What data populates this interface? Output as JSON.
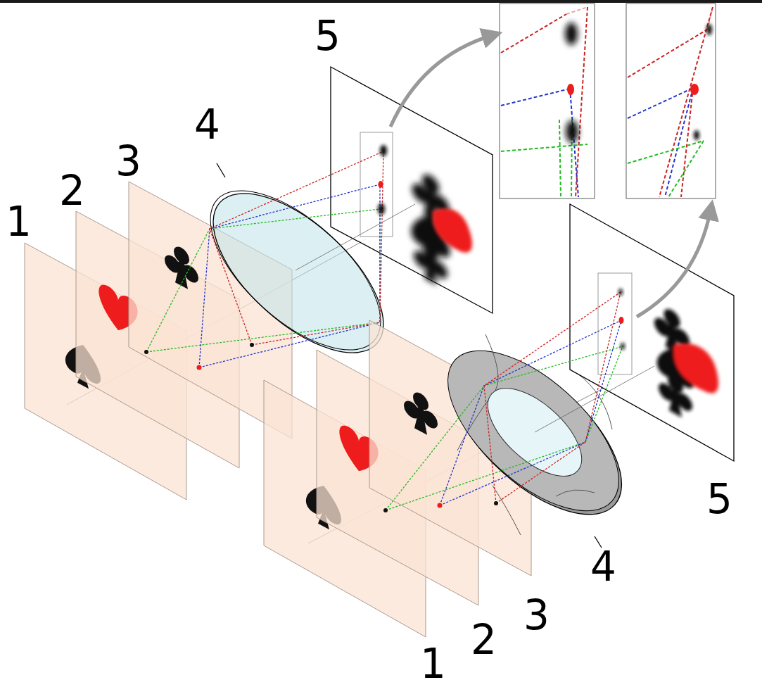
{
  "diagram": {
    "labels": [
      "5",
      "4",
      "3",
      "2",
      "1",
      "5",
      "4",
      "3",
      "2",
      "1"
    ]
  }
}
